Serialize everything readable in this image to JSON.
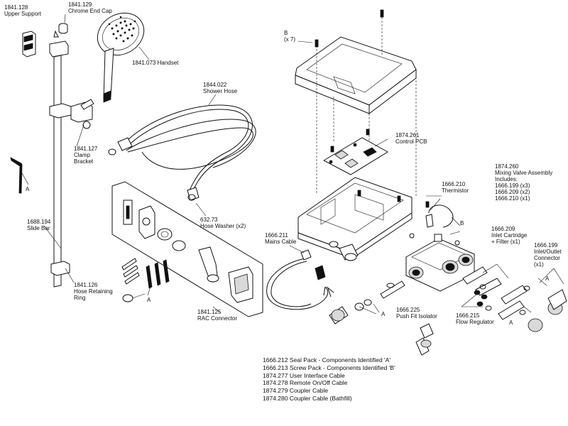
{
  "labels": {
    "upper_support": "1841.128\nUpper Support",
    "end_cap": "1841.129\nChrome End Cap",
    "handset": "1841.073 Handset",
    "shower_hose": "1844.022\nShower Hose",
    "clamp_bracket": "1841.127\nClamp\nBracket",
    "slide_bar": "1688.194\nSlide Bar",
    "hose_ring": "1841.126\nHose Retaining\nRing",
    "hose_washer": "632.73\nHose Washer (x2)",
    "rac_connector": "1841.125\nRAC Connector",
    "mains_cable": "1666.211\nMains Cable",
    "control_pcb": "1874.261\nControl PCB",
    "thermistor": "1666.210\nThermistor",
    "mixing_valve": "1874.260\nMixing Valve Assembly\nIncludes:\n1666.199 (x3)\n1666.209 (x2)\n1666.210 (x1)",
    "inlet_cartridge": "1666.209\nInlet Cartridge\n+ Filter (x1)",
    "inlet_outlet": "1666.199\nInlet/Outlet\nConnector\n(x1)",
    "push_fit": "1666.225\nPush Fit Isolator",
    "flow_regulator": "1666.215\nFlow Regulator",
    "screw_b": "B\n(x 7)",
    "a_allen": "A",
    "a_rac": "A",
    "a_push": "A",
    "a_flow": "A",
    "a_inlet": "A",
    "b_valve": "B"
  },
  "notes": [
    "1666.212 Seal Pack - Components Identified 'A'",
    "1666.213 Screw Pack - Components Identified 'B'",
    "1874.277 User Interface Cable",
    "1874.278 Remote On/Off Cable",
    "1874.279 Coupler Cable",
    "1874.280 Coupler Cable (Bathfill)"
  ]
}
